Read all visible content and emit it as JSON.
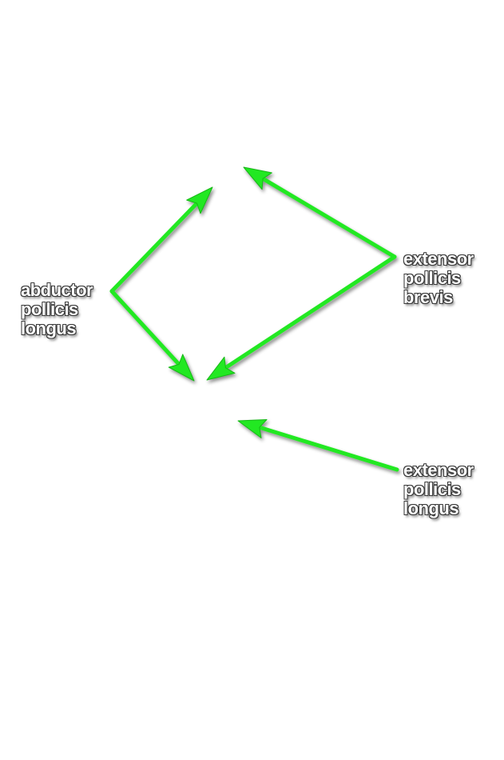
{
  "colors": {
    "arrow": "#22e822",
    "arrow_stroke": "#15b815",
    "label_text": "#ffffff",
    "label_outline": "#3a3a3a"
  },
  "labels": {
    "abductor_pollicis_longus": [
      "abductor",
      "pollicis",
      "longus"
    ],
    "extensor_pollicis_brevis": [
      "extensor",
      "pollicis",
      "brevis"
    ],
    "extensor_pollicis_longus": [
      "extensor",
      "pollicis",
      "longus"
    ]
  }
}
